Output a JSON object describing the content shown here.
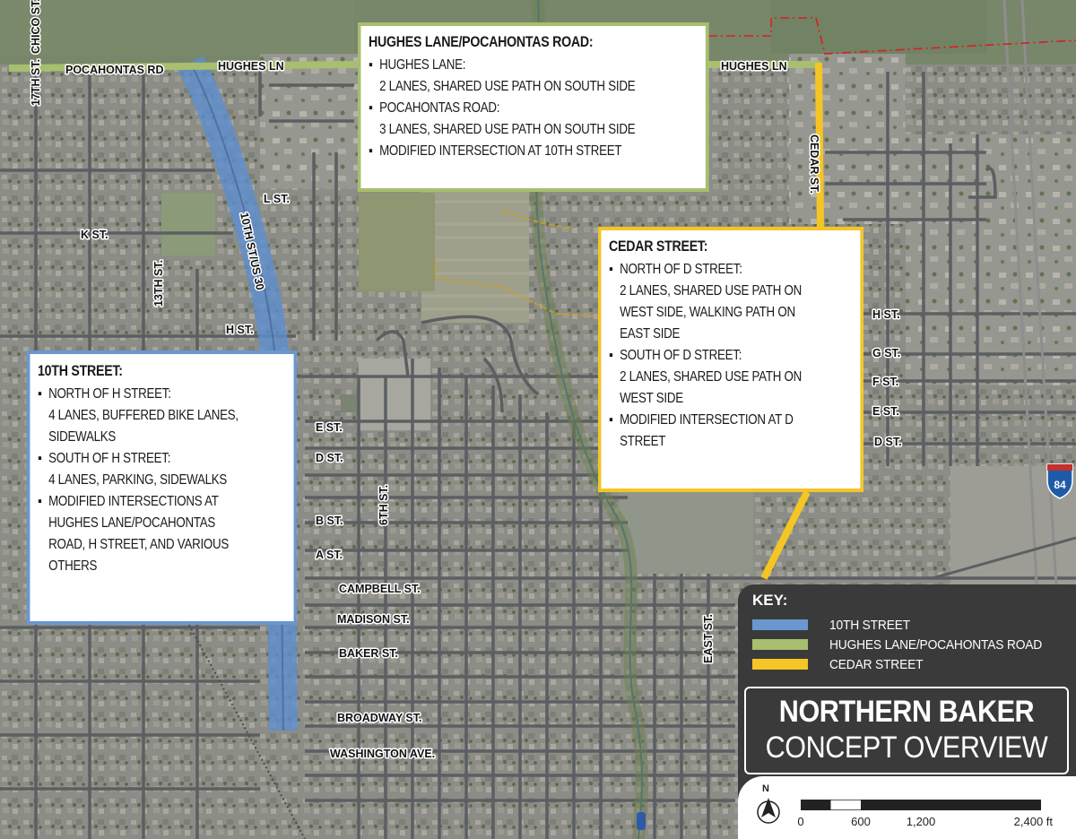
{
  "streets": {
    "chico": "CHICO ST.",
    "seventeenth": "17TH ST.",
    "pocahontas": "POCAHONTAS RD",
    "hughes_w": "HUGHES LN",
    "hughes_e": "HUGHES LN",
    "l_st": "L ST.",
    "k_st": "K ST.",
    "thirteenth": "13TH ST.",
    "tenth_us30": "10TH ST/US 30",
    "h_st_w": "H ST.",
    "cedar": "CEDAR ST.",
    "h_st_e": "H ST.",
    "g_st_e": "G ST.",
    "f_st_e": "F ST.",
    "e_st_e": "E ST.",
    "d_st_e": "D ST.",
    "e_st_w": "E ST.",
    "d_st_w": "D ST.",
    "sixth": "6TH ST.",
    "b_st": "B ST.",
    "a_st": "A ST.",
    "campbell": "CAMPBELL ST.",
    "madison": "MADISON ST.",
    "baker": "BAKER ST.",
    "east_st": "EAST ST.",
    "broadway": "BROADWAY ST.",
    "washington": "WASHINGTON AVE."
  },
  "interstate_shield": "84",
  "callouts": {
    "hughes": {
      "title": "HUGHES LANE/POCAHONTAS ROAD:",
      "b1": "HUGHES LANE:",
      "b1_detail": "2 LANES, SHARED USE PATH ON SOUTH SIDE",
      "b2": "POCAHONTAS ROAD:",
      "b2_detail": "3 LANES, SHARED USE PATH ON SOUTH SIDE",
      "b3": "MODIFIED INTERSECTION AT 10TH STREET"
    },
    "cedar": {
      "title": "CEDAR STREET:",
      "b1": "NORTH OF D STREET:",
      "b1_detail_1": "2 LANES, SHARED USE PATH ON",
      "b1_detail_2": "WEST SIDE, WALKING PATH ON",
      "b1_detail_3": "EAST SIDE",
      "b2": "SOUTH OF D STREET:",
      "b2_detail_1": "2 LANES, SHARED USE PATH ON",
      "b2_detail_2": "WEST SIDE",
      "b3_1": "MODIFIED INTERSECTION AT D",
      "b3_2": "STREET"
    },
    "tenth": {
      "title": "10TH STREET:",
      "b1": "NORTH OF H STREET:",
      "b1_detail_1": "4 LANES, BUFFERED BIKE LANES,",
      "b1_detail_2": "SIDEWALKS",
      "b2": "SOUTH OF H STREET:",
      "b2_detail": "4 LANES, PARKING, SIDEWALKS",
      "b3_1": "MODIFIED INTERSECTIONS AT",
      "b3_2": "HUGHES LANE/POCAHONTAS",
      "b3_3": "ROAD, H STREET, AND VARIOUS",
      "b3_4": "OTHERS"
    }
  },
  "key": {
    "title": "KEY:",
    "items": [
      {
        "label": "10TH STREET",
        "color": "#6a97cf"
      },
      {
        "label": "HUGHES LANE/POCAHONTAS ROAD",
        "color": "#a7bf6e"
      },
      {
        "label": "CEDAR STREET",
        "color": "#f4c525"
      }
    ]
  },
  "title": {
    "line1": "NORTHERN BAKER",
    "line2": "CONCEPT OVERVIEW"
  },
  "scale": {
    "north": "N",
    "ticks": [
      "0",
      "600",
      "1,200",
      "2,400 ft"
    ]
  }
}
